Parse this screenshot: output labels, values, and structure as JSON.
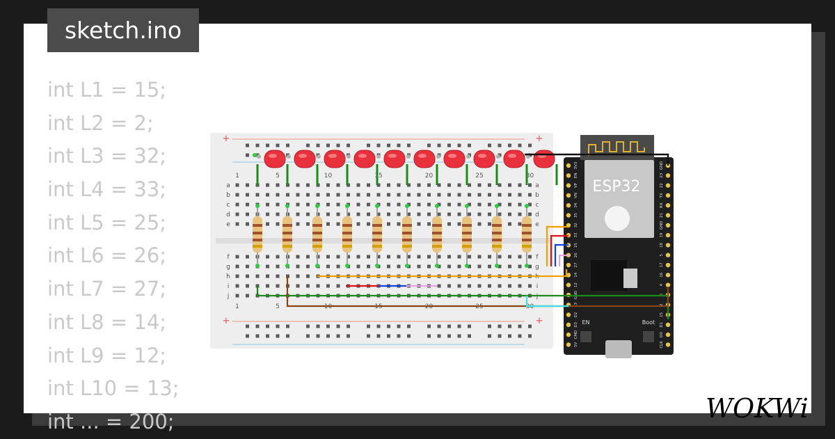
{
  "tab": {
    "title": "sketch.ino"
  },
  "code": {
    "lines": [
      "int L1 = 15;",
      "int L2 = 2;",
      "int L3 = 32;",
      "int L4 = 33;",
      "int L5 = 25;",
      "int L6 = 26;",
      "int L7 = 27;",
      "int L8 = 14;",
      "int L9 = 12;",
      "int L10 = 13;",
      "int ... = 200;"
    ]
  },
  "breadboard": {
    "row_letters_top": [
      "a",
      "b",
      "c",
      "d",
      "e"
    ],
    "row_letters_bottom": [
      "f",
      "g",
      "h",
      "i",
      "j"
    ],
    "column_numbers": [
      "1",
      "5",
      "10",
      "15",
      "20",
      "25",
      "30"
    ],
    "plus": "+"
  },
  "esp32": {
    "label": "ESP32",
    "left_pins": [
      "3V3",
      "EN",
      "VP",
      "VN",
      "34",
      "35",
      "32",
      "33",
      "25",
      "26",
      "27",
      "14",
      "12",
      "GND",
      "13",
      "D2",
      "D3",
      "CMD",
      "5V"
    ],
    "right_pins": [
      "GND",
      "23",
      "22",
      "TX",
      "RX",
      "21",
      "GND",
      "19",
      "18",
      "5",
      "17",
      "16",
      "4",
      "0",
      "2",
      "15",
      "D1",
      "D0",
      "CLK"
    ],
    "en_label": "EN",
    "boot_label": "Boot"
  },
  "brand": {
    "name": "WOKWi"
  },
  "colors": {
    "led": "#e8313c",
    "wire_green": "#1a8a1a",
    "wire_orange": "#f0a000",
    "wire_red": "#e01010",
    "wire_blue": "#1040e0",
    "wire_pink": "#e6a0e6",
    "wire_brown": "#8b4513",
    "wire_cyan": "#40e0f0"
  }
}
